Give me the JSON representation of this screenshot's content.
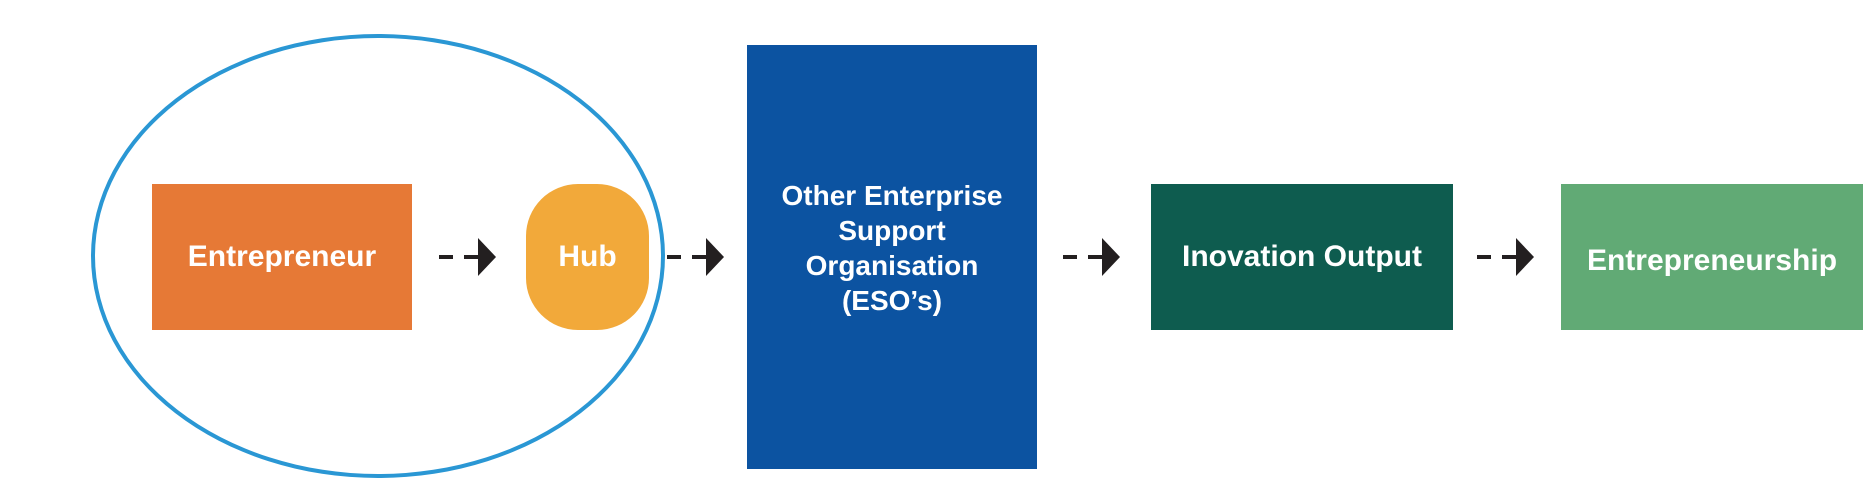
{
  "diagram": {
    "nodes": {
      "entrepreneur": "Entrepreneur",
      "hub": "Hub",
      "eso": "Other Enterprise\nSupport\nOrganisation\n(ESO’s)",
      "innovation_output": "Inovation Output",
      "entrepreneurship": "Entrepreneurship"
    },
    "colors": {
      "ellipse_outline": "#2a97d4",
      "entrepreneur": "#e67936",
      "hub": "#f2a93a",
      "eso": "#0c53a1",
      "innovation_output": "#0e5c4f",
      "entrepreneurship": "#61aa75",
      "arrow": "#231f20",
      "node_text": "#ffffff"
    },
    "edges": [
      {
        "from": "entrepreneur",
        "to": "hub",
        "style": "dashed-arrow"
      },
      {
        "from": "hub",
        "to": "eso",
        "style": "dashed-arrow"
      },
      {
        "from": "eso",
        "to": "innovation_output",
        "style": "dashed-arrow"
      },
      {
        "from": "innovation_output",
        "to": "entrepreneurship",
        "style": "dashed-arrow"
      }
    ],
    "group": {
      "shape": "ellipse",
      "members": [
        "entrepreneur",
        "hub"
      ]
    }
  }
}
